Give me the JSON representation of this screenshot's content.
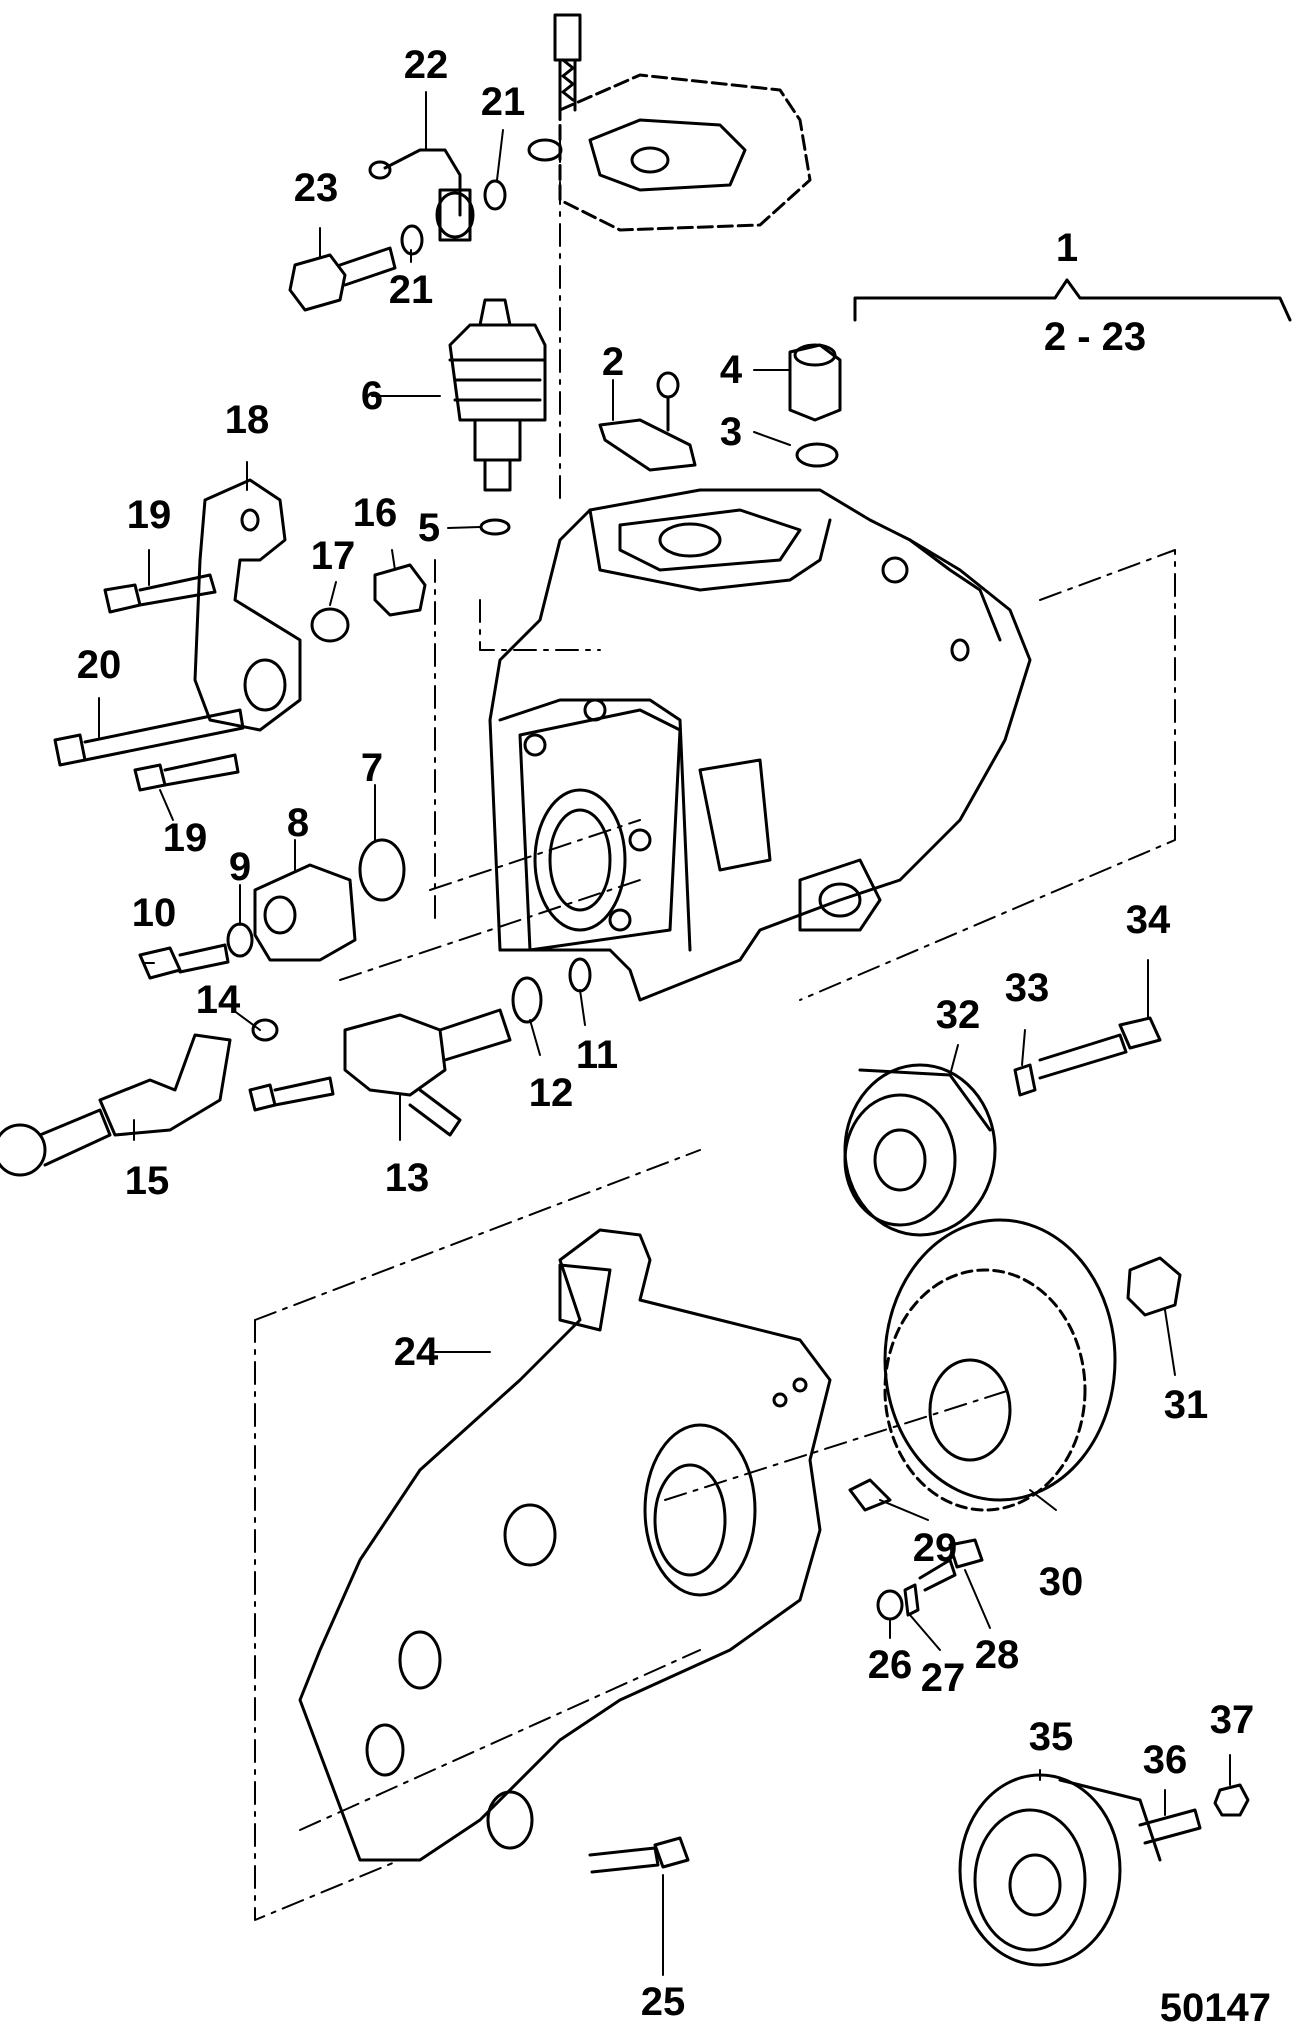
{
  "figure_number": "50147",
  "assembly_label": "1",
  "assembly_range": "2 - 23",
  "callouts": [
    "2",
    "3",
    "4",
    "5",
    "6",
    "7",
    "8",
    "9",
    "10",
    "11",
    "12",
    "13",
    "14",
    "15",
    "16",
    "17",
    "18",
    "19",
    "19",
    "20",
    "21",
    "21",
    "22",
    "23",
    "24",
    "25",
    "26",
    "27",
    "28",
    "29",
    "30",
    "31",
    "32",
    "33",
    "34",
    "35",
    "36",
    "37"
  ],
  "colors": {
    "ink": "#000000",
    "paper": "#ffffff"
  }
}
